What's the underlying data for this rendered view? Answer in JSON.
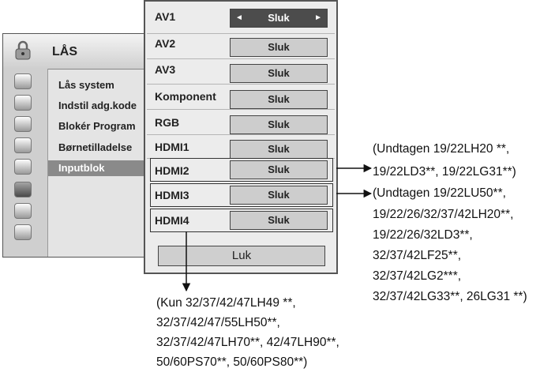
{
  "menu": {
    "title": "LÅS",
    "items": [
      {
        "label": "Lås system"
      },
      {
        "label": "Indstil adg.kode"
      },
      {
        "label": "Blokér Program"
      },
      {
        "label": "Børnetilladelse"
      },
      {
        "label": "Inputblok"
      }
    ],
    "side_icons": [
      "picture-icon",
      "screen-icon",
      "audio-icon",
      "time-icon",
      "option-icon",
      "lock-icon",
      "usb-icon",
      "movie-icon"
    ]
  },
  "inputs": {
    "rows": [
      {
        "label": "AV1",
        "value": "Sluk"
      },
      {
        "label": "AV2",
        "value": "Sluk"
      },
      {
        "label": "AV3",
        "value": "Sluk"
      },
      {
        "label": "Komponent",
        "value": "Sluk"
      },
      {
        "label": "RGB",
        "value": "Sluk"
      },
      {
        "label": "HDMI1",
        "value": "Sluk"
      },
      {
        "label": "HDMI2",
        "value": "Sluk"
      },
      {
        "label": "HDMI3",
        "value": "Sluk"
      },
      {
        "label": "HDMI4",
        "value": "Sluk"
      }
    ],
    "left_arrow": "◄",
    "right_arrow": "►",
    "close_label": "Luk"
  },
  "notes": {
    "hdmi2": [
      "(Undtagen 19/22LH20 **,",
      "19/22LD3**, 19/22LG31**)"
    ],
    "hdmi3": [
      "(Undtagen 19/22LU50**,",
      "19/22/26/32/37/42LH20**,",
      "19/22/26/32LD3**,",
      "32/37/42LF25**,",
      "32/37/42LG2***,",
      "32/37/42LG33**, 26LG31 **)"
    ],
    "hdmi4": [
      "(Kun 32/37/42/47LH49 **,",
      "32/37/42/47/55LH50**,",
      "32/37/42/47LH70**, 42/47LH90**,",
      "50/60PS70**, 50/60PS80**)"
    ]
  }
}
